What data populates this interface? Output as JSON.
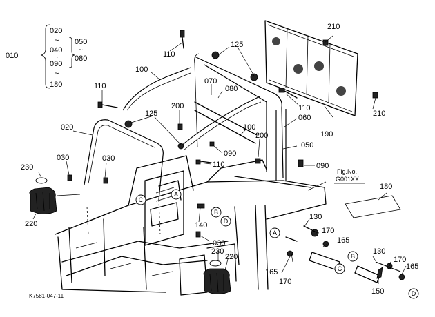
{
  "labels": {
    "p010": "010",
    "p020a": "020",
    "p040": "040",
    "p090a": "090",
    "p180a": "180",
    "p050a": "050",
    "p080a": "080",
    "p020": "020",
    "p030a": "030",
    "p030b": "030",
    "p030c": "030",
    "p050": "050",
    "p060": "060",
    "p070": "070",
    "p080": "080",
    "p090b": "090",
    "p090c": "090",
    "p100a": "100",
    "p100b": "100",
    "p110a": "110",
    "p110b": "110",
    "p110c": "110",
    "p110d": "110",
    "p125a": "125",
    "p125b": "125",
    "p130a": "130",
    "p130b": "130",
    "p140": "140",
    "p150": "150",
    "p165a": "165",
    "p165b": "165",
    "p165c": "165",
    "p170a": "170",
    "p170b": "170",
    "p170c": "170",
    "p180": "180",
    "p190": "190",
    "p200a": "200",
    "p200b": "200",
    "p210a": "210",
    "p210b": "210",
    "p220a": "220",
    "p220b": "220",
    "p230a": "230",
    "p230b": "230"
  },
  "callouts": {
    "a1": "A",
    "a2": "A",
    "b1": "B",
    "b2": "B",
    "c1": "C",
    "c2": "C",
    "d1": "D",
    "d2": "D"
  },
  "fig_ref": {
    "title": "Fig.No.",
    "code": "G001XX"
  },
  "drawing_code": "K7581-047-11",
  "tilde": "~",
  "dot": "·"
}
